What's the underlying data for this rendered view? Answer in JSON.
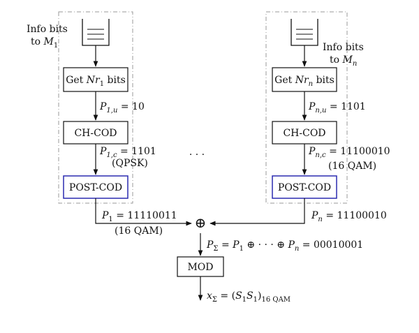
{
  "colors": {
    "line": "#111111",
    "dashed_group": "#9a9a9a",
    "postcod_border": "#2b2bb0"
  },
  "left_chain": {
    "info_label_line1": "Info bits",
    "info_label_line2_prefix": "to ",
    "info_label_var": "M",
    "info_label_sub": "1",
    "get_bits": {
      "prefix": "Get ",
      "var": "Nr",
      "sub": "1",
      "suffix": " bits"
    },
    "pu": {
      "var": "P",
      "sub": "1,u",
      "value": " = 10"
    },
    "chcod": "CH-COD",
    "pc": {
      "var": "P",
      "sub": "1,c",
      "value": " = 1101"
    },
    "modulation": "(QPSK)",
    "postcod": "POST-COD",
    "p_out": {
      "var": "P",
      "sub": "1",
      "value": " = 11110011"
    },
    "p_out_mod": "(16 QAM)"
  },
  "right_chain": {
    "info_label_line1": "Info bits",
    "info_label_line2_prefix": "to ",
    "info_label_var": "M",
    "info_label_sub": "n",
    "get_bits": {
      "prefix": "Get ",
      "var": "Nr",
      "sub": "n",
      "suffix": " bits"
    },
    "pu": {
      "var": "P",
      "sub": "n,u",
      "value": " = 1101"
    },
    "chcod": "CH-COD",
    "pc": {
      "var": "P",
      "sub": "n,c",
      "value": " = 11100010"
    },
    "modulation": "(16 QAM)",
    "postcod": "POST-COD",
    "p_out": {
      "var": "P",
      "sub": "n",
      "value": " = 11100010"
    }
  },
  "ellipsis": "· · ·",
  "xor_symbol": "⊕",
  "sum_eq": {
    "lhs_var": "P",
    "lhs_sub": "Σ",
    "eq": " = ",
    "p1_var": "P",
    "p1_sub": "1",
    "mid": " ⊕ · · · ⊕ ",
    "pn_var": "P",
    "pn_sub": "n",
    "result": " = 00010001"
  },
  "mod_box": "MOD",
  "output": {
    "var": "x",
    "sub": "Σ",
    "eq": " = (",
    "s1": "S",
    "s1_sub": "1",
    "s2": "S",
    "s2_sub": "1",
    "close": ")",
    "close_sub": "16 QAM"
  }
}
